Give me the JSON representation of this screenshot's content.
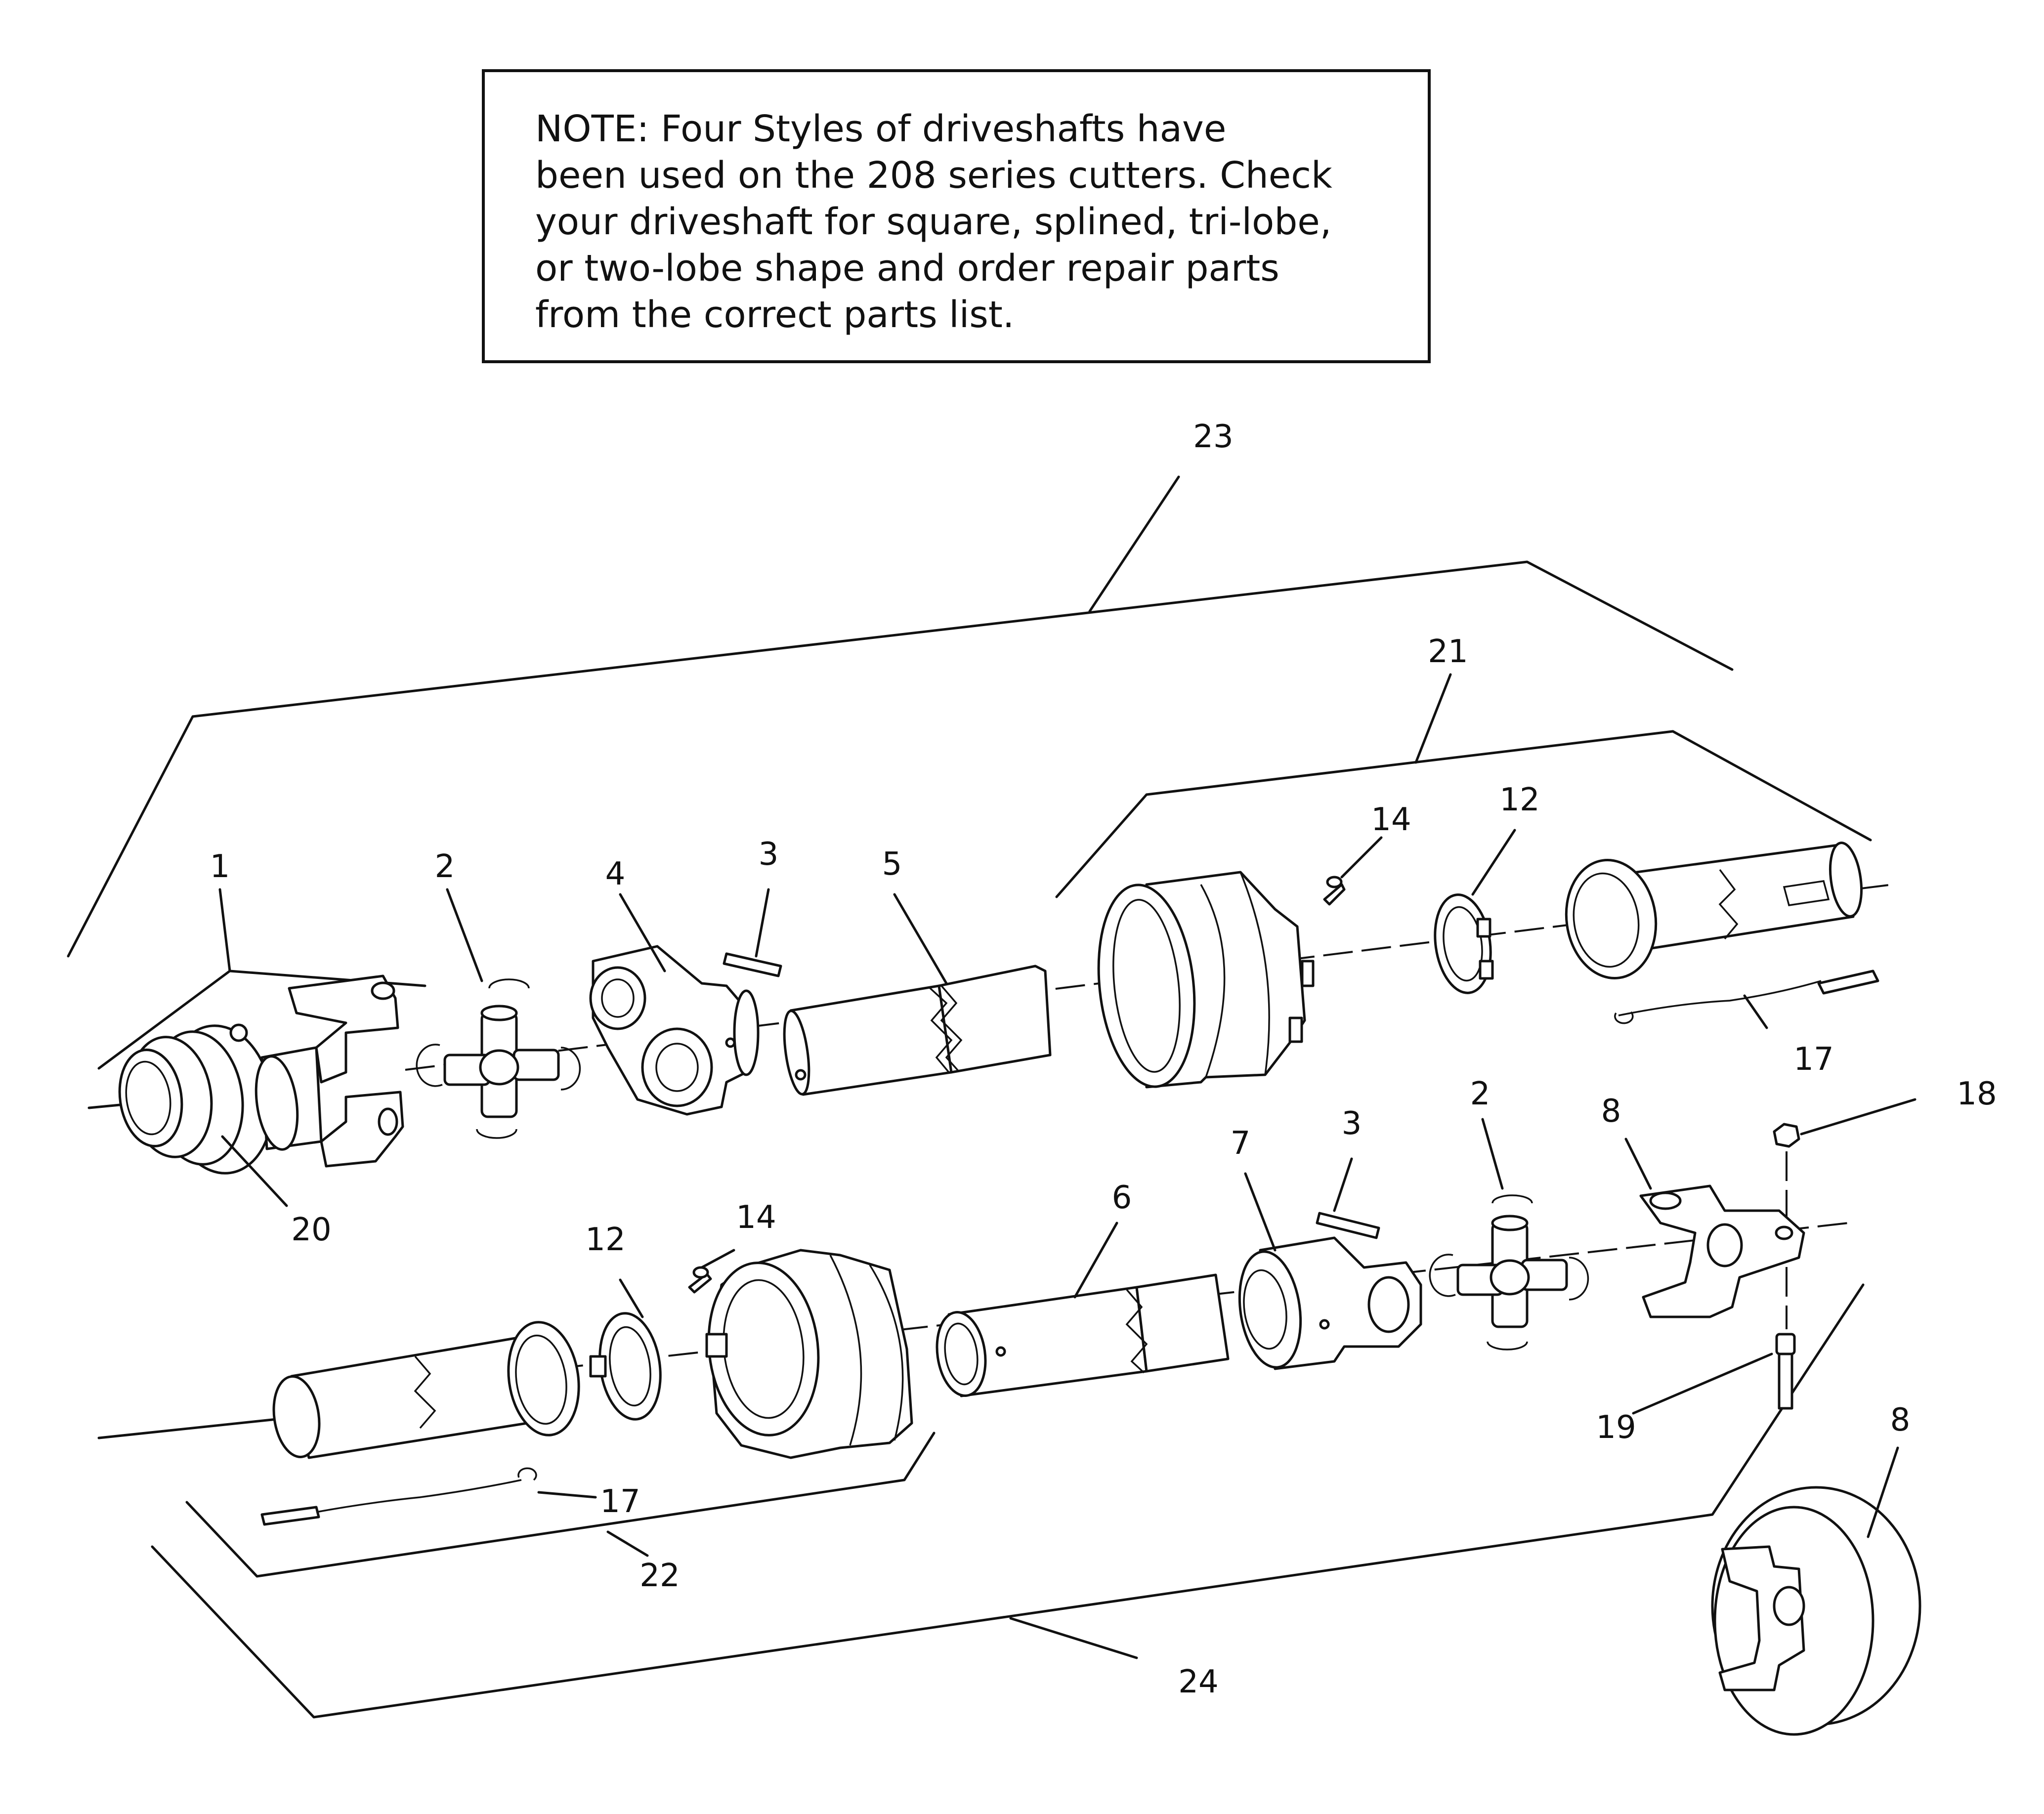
{
  "note": {
    "text": "NOTE: Four Styles of driveshafts have\nbeen used on the 208 series cutters. Check\nyour driveshaft for square, splined, tri-lobe,\nor two-lobe  shape and order repair parts\nfrom the correct parts list."
  },
  "callouts": [
    {
      "id": "c1",
      "label": "1"
    },
    {
      "id": "c2a",
      "label": "2"
    },
    {
      "id": "c4",
      "label": "4"
    },
    {
      "id": "c3a",
      "label": "3"
    },
    {
      "id": "c5",
      "label": "5"
    },
    {
      "id": "c14a",
      "label": "14"
    },
    {
      "id": "c12a",
      "label": "12"
    },
    {
      "id": "c21",
      "label": "21"
    },
    {
      "id": "c23",
      "label": "23"
    },
    {
      "id": "c17a",
      "label": "17"
    },
    {
      "id": "c20",
      "label": "20"
    },
    {
      "id": "c18",
      "label": "18"
    },
    {
      "id": "c2b",
      "label": "2"
    },
    {
      "id": "c3b",
      "label": "3"
    },
    {
      "id": "c7",
      "label": "7"
    },
    {
      "id": "c8a",
      "label": "8"
    },
    {
      "id": "c6",
      "label": "6"
    },
    {
      "id": "c14b",
      "label": "14"
    },
    {
      "id": "c12b",
      "label": "12"
    },
    {
      "id": "c19",
      "label": "19"
    },
    {
      "id": "c17b",
      "label": "17"
    },
    {
      "id": "c22",
      "label": "22"
    },
    {
      "id": "c24",
      "label": "24"
    },
    {
      "id": "c8b",
      "label": "8"
    }
  ]
}
